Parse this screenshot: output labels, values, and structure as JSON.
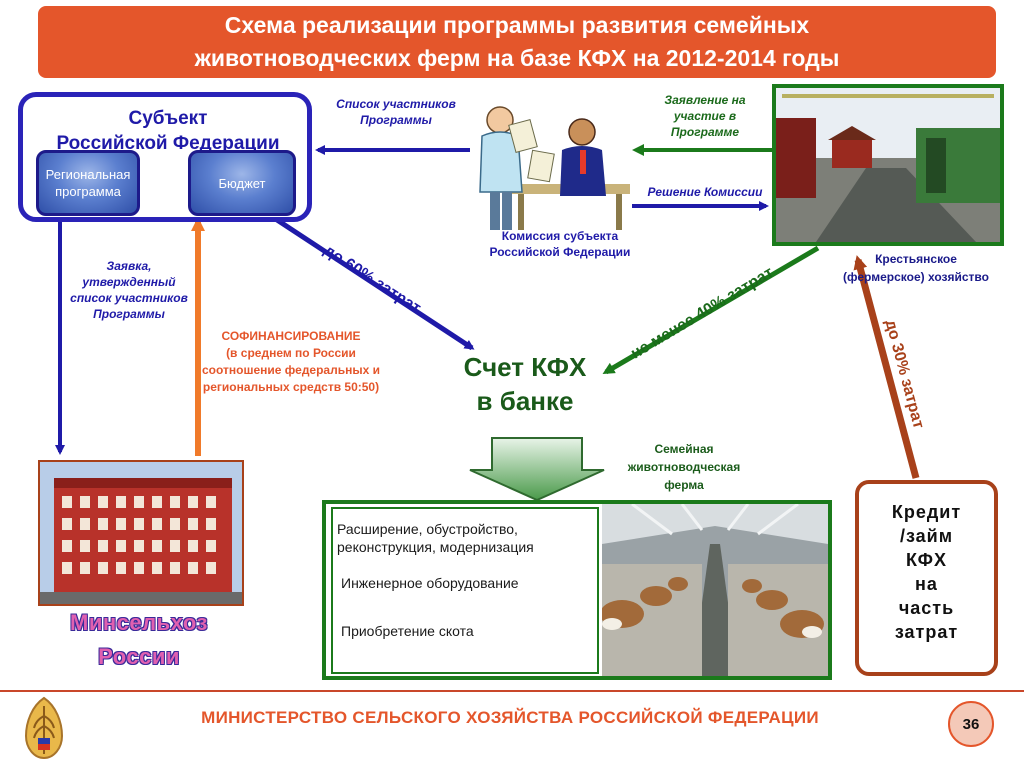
{
  "title": {
    "line1": "Схема реализации программы развития семейных",
    "line2": "животноводческих ферм на базе КФХ на 2012-2014 годы"
  },
  "subject": {
    "title_line1": "Субъект",
    "title_line2": "Российской Федерации",
    "regional_program": "Региональная программа",
    "budget": "Бюджет"
  },
  "labels": {
    "participants_list": "Список участников Программы",
    "application": "Заявление на участие в Программе",
    "commission_decision": "Решение Комиссии",
    "commission": "Комиссия субъекта Российской Федерации",
    "farm_owner": "Крестьянское (фермерское) хозяйство",
    "request": "Заявка, утвержденный список участников Программы",
    "cofinancing_title": "СОФИНАНСИРОВАНИЕ",
    "cofinancing_body": "(в среднем по России соотношение федеральных и региональных средств 50:50)",
    "up_to_60": "до 60% затрат",
    "not_less_40": "не менее 40% затрат",
    "up_to_30": "до 30% затрат",
    "account_line1": "Счет КФХ",
    "account_line2": "в банке",
    "family_farm": "Семейная животноводческая ферма",
    "ministry": "Минсельхоз России"
  },
  "farm_items": {
    "expansion": "Расширение, обустройство, реконструкция, модернизация",
    "equipment": "Инженерное оборудование",
    "livestock": "Приобретение скота"
  },
  "credit": {
    "line1": "Кредит",
    "line2": "/займ",
    "line3": "КФХ",
    "line4": "на",
    "line5": "часть",
    "line6": "затрат"
  },
  "footer": {
    "ministry_full": "МИНИСТЕРСТВО СЕЛЬСКОГО ХОЗЯЙСТВА РОССИЙСКОЙ ФЕДЕРАЦИИ",
    "page_number": "36"
  },
  "colors": {
    "accent": "#e4562b",
    "blue": "#2a23b8",
    "green": "#1b7a1b",
    "brown": "#a8411a"
  }
}
